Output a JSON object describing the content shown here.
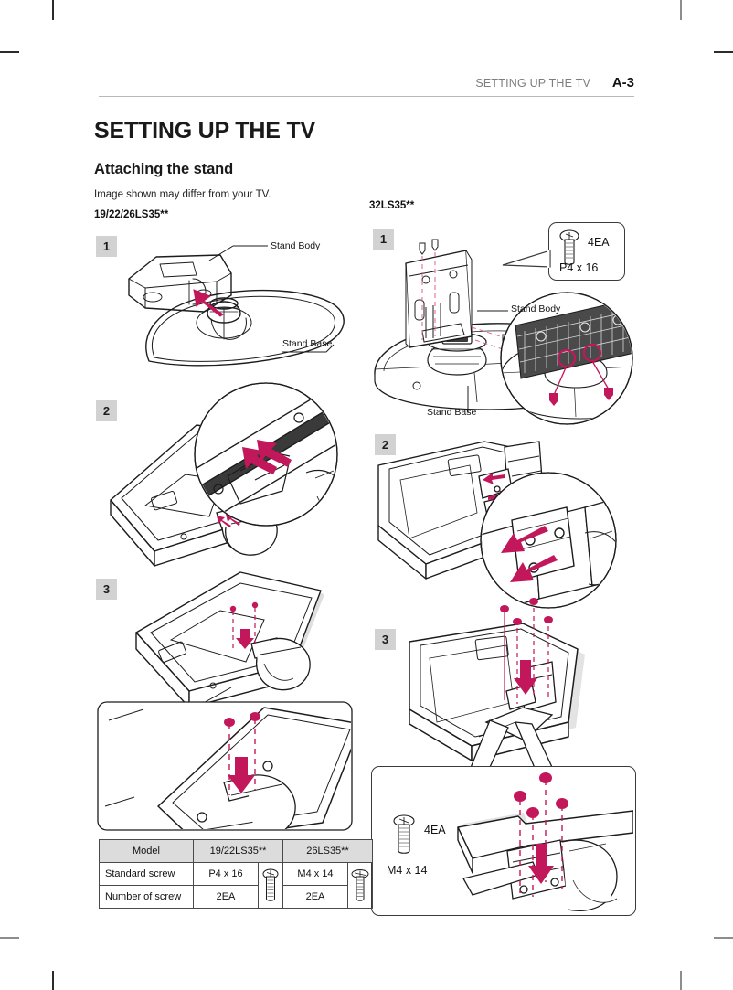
{
  "header": {
    "running_title": "SETTING UP THE TV",
    "page_number": "A-3"
  },
  "titles": {
    "h1": "SETTING UP THE TV",
    "h2": "Attaching the stand",
    "note": "Image shown may differ from your TV."
  },
  "left_column": {
    "model": "19/22/26LS35**",
    "steps": [
      {
        "number": "1"
      },
      {
        "number": "2"
      },
      {
        "number": "3"
      }
    ],
    "labels": {
      "stand_body": "Stand Body",
      "stand_base": "Stand Base"
    }
  },
  "right_column": {
    "model": "32LS35**",
    "steps": [
      {
        "number": "1"
      },
      {
        "number": "2"
      },
      {
        "number": "3"
      }
    ],
    "labels": {
      "stand_body": "Stand Body",
      "stand_base": "Stand Base"
    },
    "callout_top": {
      "quantity": "4EA",
      "spec": "P4 x 16",
      "icon": "screw-icon"
    },
    "callout_bottom": {
      "quantity": "4EA",
      "spec": "M4 x 14",
      "icon": "screw-icon"
    }
  },
  "screw_table": {
    "headers": [
      "Model",
      "19/22LS35**",
      "26LS35**"
    ],
    "rows": [
      {
        "label": "Standard screw",
        "col1": "P4 x 16",
        "col2": "M4 x 14"
      },
      {
        "label": "Number of screw",
        "col1": "2EA",
        "col2": "2EA"
      }
    ],
    "icon_col1": "screw-pan-head-icon",
    "icon_col2": "screw-flat-head-icon"
  },
  "colors": {
    "accent": "#c2185b",
    "badge_bg": "#d2d2d2",
    "table_header_bg": "#dcdcdc",
    "rule": "#b9b9b9",
    "running_title": "#7d7d7d"
  }
}
